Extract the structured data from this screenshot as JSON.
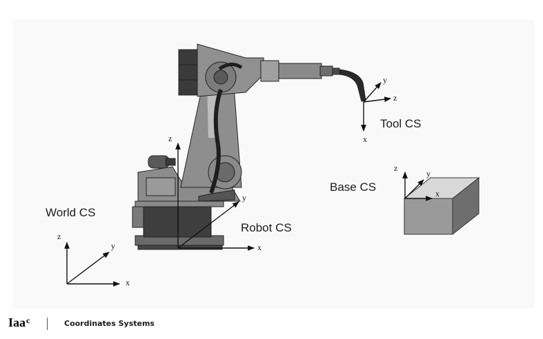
{
  "labels": {
    "world": "World CS",
    "robot": "Robot CS",
    "tool": "Tool CS",
    "base": "Base CS"
  },
  "axes": {
    "x": "x",
    "y": "y",
    "z": "z"
  },
  "footer": {
    "logo_main": "Iaa",
    "logo_sup": "c",
    "title": "Coordinates Systems"
  },
  "colors": {
    "background": "#ffffff",
    "figure_bg": "#f9f9f9",
    "robot_body": "#8a8a8a",
    "robot_dark": "#4a4a4a",
    "box_front": "#9a9a9a",
    "box_top": "#d8d8d8",
    "box_side": "#6e6e6e"
  },
  "icons": [
    "industrial-robot-illustration",
    "cube-illustration",
    "coordinate-axes-icon"
  ]
}
